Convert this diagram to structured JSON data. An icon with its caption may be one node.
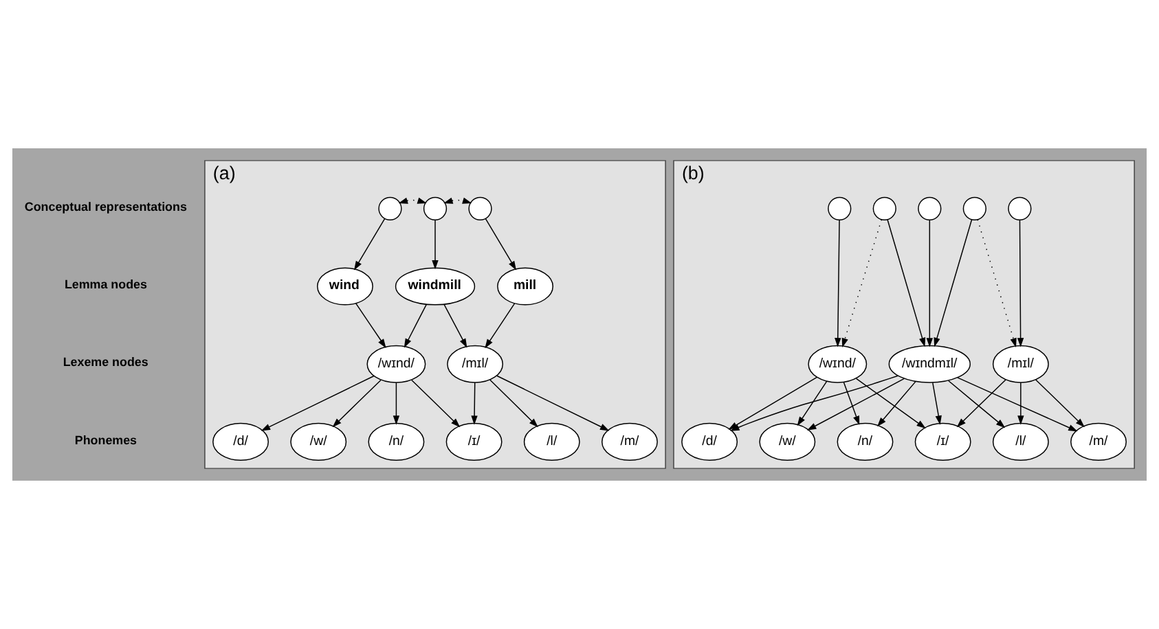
{
  "diagram": {
    "nodes": [
      {
        "text": [
          "(a)"
        ]
      },
      {
        "text": [],
        "shape": "circle",
        "in": 0
      },
      {
        "text": [],
        "shape": "circle",
        "in": 0
      },
      {
        "text": [],
        "shape": "circle",
        "in": 0
      },
      {
        "text": [
          "wind"
        ],
        "in": 0
      },
      {
        "text": [
          "windmill"
        ],
        "in": 0
      },
      {
        "text": [
          "mill"
        ],
        "in": 0
      },
      {
        "text": [
          "/wɪnd/"
        ],
        "in": 0
      },
      {
        "text": [
          "/mɪl/"
        ],
        "in": 0
      },
      {
        "text": [
          "/w/"
        ],
        "in": 0
      },
      {
        "text": [
          "/n/"
        ],
        "in": 0
      },
      {
        "text": [
          "/d/"
        ],
        "in": 0
      },
      {
        "text": [
          "/ɪ/"
        ],
        "in": 0
      },
      {
        "text": [
          "/l/"
        ],
        "in": 0
      },
      {
        "text": [
          "/m/"
        ],
        "in": 0
      },
      {
        "text": [
          "(b)"
        ]
      },
      {
        "text": [],
        "shape": "circle",
        "in": 15
      },
      {
        "text": [],
        "shape": "circle",
        "in": 15
      },
      {
        "text": [],
        "shape": "circle",
        "in": 15
      },
      {
        "text": [],
        "shape": "circle",
        "in": 15
      },
      {
        "text": [],
        "shape": "circle",
        "in": 15
      },
      {
        "text": [
          "/wɪnd/"
        ],
        "in": 15
      },
      {
        "text": [
          "/wɪndmɪl/"
        ],
        "in": 15
      },
      {
        "text": [
          "/mɪl/"
        ],
        "in": 15
      },
      {
        "text": [
          "/w/"
        ],
        "in": 15
      },
      {
        "text": [
          "/n/"
        ],
        "in": 15
      },
      {
        "text": [
          "/d/"
        ],
        "in": 15
      },
      {
        "text": [
          "/ɪ/"
        ],
        "in": 15
      },
      {
        "text": [
          "/l/"
        ],
        "in": 15
      },
      {
        "text": [
          "/m/"
        ],
        "in": 15
      }
    ],
    "edges": [
      {
        "from": 1,
        "to": 2,
        "arrow": "both",
        "style": "dashed"
      },
      {
        "from": 2,
        "to": 3,
        "arrow": "both",
        "style": "dashed"
      },
      {
        "from": 1,
        "to": 4,
        "arrow": "to"
      },
      {
        "from": 2,
        "to": 5,
        "arrow": "to"
      },
      {
        "from": 3,
        "to": 6,
        "arrow": "to"
      },
      {
        "from": 4,
        "to": 7,
        "arrow": "to"
      },
      {
        "from": 5,
        "to": 7,
        "arrow": "to"
      },
      {
        "from": 5,
        "to": 8,
        "arrow": "to"
      },
      {
        "from": 6,
        "to": 8,
        "arrow": "to"
      },
      {
        "from": 7,
        "to": 9,
        "arrow": "to"
      },
      {
        "from": 7,
        "to": 10,
        "arrow": "to"
      },
      {
        "from": 7,
        "to": 11,
        "arrow": "to"
      },
      {
        "from": 7,
        "to": 12,
        "arrow": "to"
      },
      {
        "from": 8,
        "to": 12,
        "arrow": "to"
      },
      {
        "from": 8,
        "to": 13,
        "arrow": "to"
      },
      {
        "from": 8,
        "to": 14,
        "arrow": "to"
      },
      {
        "from": 16,
        "to": 21,
        "arrow": "to"
      },
      {
        "from": 17,
        "to": 21,
        "arrow": "to",
        "style": "dashed"
      },
      {
        "from": 17,
        "to": 22,
        "arrow": "to"
      },
      {
        "from": 18,
        "to": 22,
        "arrow": "to"
      },
      {
        "from": 19,
        "to": 22,
        "arrow": "to"
      },
      {
        "from": 19,
        "to": 23,
        "arrow": "to",
        "style": "dashed"
      },
      {
        "from": 20,
        "to": 23,
        "arrow": "to"
      },
      {
        "from": 21,
        "to": 24,
        "arrow": "to"
      },
      {
        "from": 21,
        "to": 25,
        "arrow": "to"
      },
      {
        "from": 21,
        "to": 26,
        "arrow": "to"
      },
      {
        "from": 21,
        "to": 27,
        "arrow": "to"
      },
      {
        "from": 22,
        "to": 24,
        "arrow": "to"
      },
      {
        "from": 22,
        "to": 25,
        "arrow": "to"
      },
      {
        "from": 22,
        "to": 26,
        "arrow": "to"
      },
      {
        "from": 22,
        "to": 27,
        "arrow": "to"
      },
      {
        "from": 22,
        "to": 28,
        "arrow": "to"
      },
      {
        "from": 22,
        "to": 29,
        "arrow": "to"
      },
      {
        "from": 23,
        "to": 27,
        "arrow": "to"
      },
      {
        "from": 23,
        "to": 28,
        "arrow": "to"
      },
      {
        "from": 23,
        "to": 29,
        "arrow": "to"
      }
    ],
    "labels": [
      "Conceptual representations",
      "Lemma nodes",
      "Lexeme nodes",
      "Phonemes"
    ]
  }
}
